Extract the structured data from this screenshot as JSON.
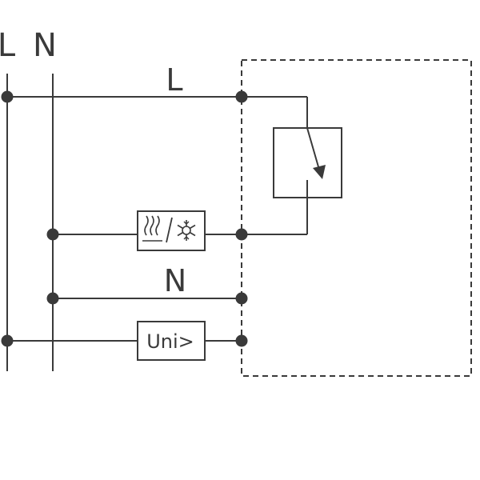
{
  "bus_labels": {
    "line": "L",
    "neutral": "N"
  },
  "wire_labels": {
    "line": "L",
    "neutral": "N"
  },
  "modules": {
    "uni_label": "Uni>",
    "heat_cool_icon": "heat-cool-selector-icon"
  },
  "colors": {
    "stroke": "#3a3a3a",
    "background": "#ffffff"
  }
}
